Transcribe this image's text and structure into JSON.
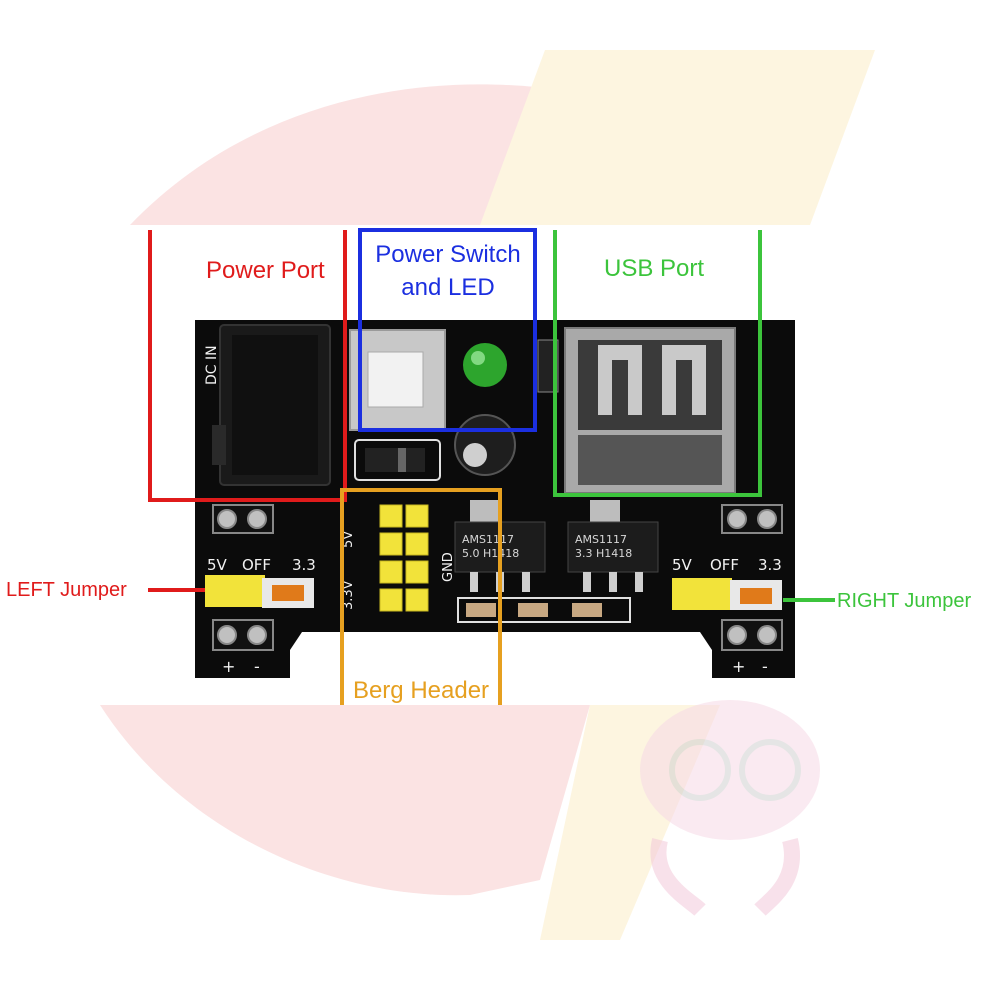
{
  "labels": {
    "power_port": "Power Port",
    "power_switch_line1": "Power Switch",
    "power_switch_line2": "and LED",
    "usb_port": "USB Port",
    "left_jumper": "LEFT Jumper",
    "right_jumper": "RIGHT Jumper",
    "berg_header": "Berg Header"
  },
  "silkscreen": {
    "dc_in": "DC IN",
    "left_5v": "5V",
    "left_off": "OFF",
    "left_33": "3.3",
    "right_5v": "5V",
    "right_off": "OFF",
    "right_33": "3.3",
    "plus_left": "+",
    "minus_left": "-",
    "plus_right": "+",
    "minus_right": "-",
    "header_5v": "5V",
    "header_33v": "3.3V",
    "gnd": "GND",
    "reg1_line1": "AMS1117",
    "reg1_line2": "5.0 H1418",
    "reg2_line1": "AMS1117",
    "reg2_line2": "3.3 H1418"
  },
  "colors": {
    "power_port": "#e01b1b",
    "power_switch": "#1b2fe0",
    "usb_port": "#3cc43c",
    "berg_header": "#e6a020",
    "board": "#0b0b0b",
    "pins": "#f2e33a"
  },
  "icons": {
    "watermark": "brain-mascot-icon",
    "led": "green-led-icon"
  }
}
